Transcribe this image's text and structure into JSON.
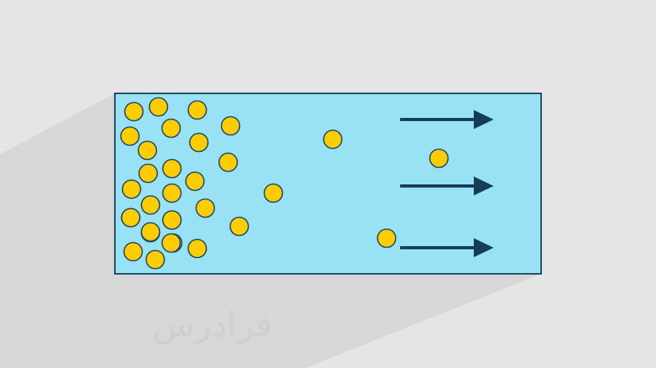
{
  "colors": {
    "background": "#e5e5e6",
    "shadow": "#d7d7d8",
    "container_fill": "#99e1f5",
    "container_border": "#1f4a63",
    "particle_fill": "#ffcc00",
    "particle_border": "#1f4a63",
    "arrow": "#153e55",
    "watermark": "#cfcfd0"
  },
  "diagram": {
    "particles": 32,
    "arrows": 3,
    "arrow_direction": "right",
    "particle_icon": "circle-particle",
    "arrow_icon": "arrow-right-icon"
  },
  "watermark": {
    "text": "فرادرس"
  }
}
